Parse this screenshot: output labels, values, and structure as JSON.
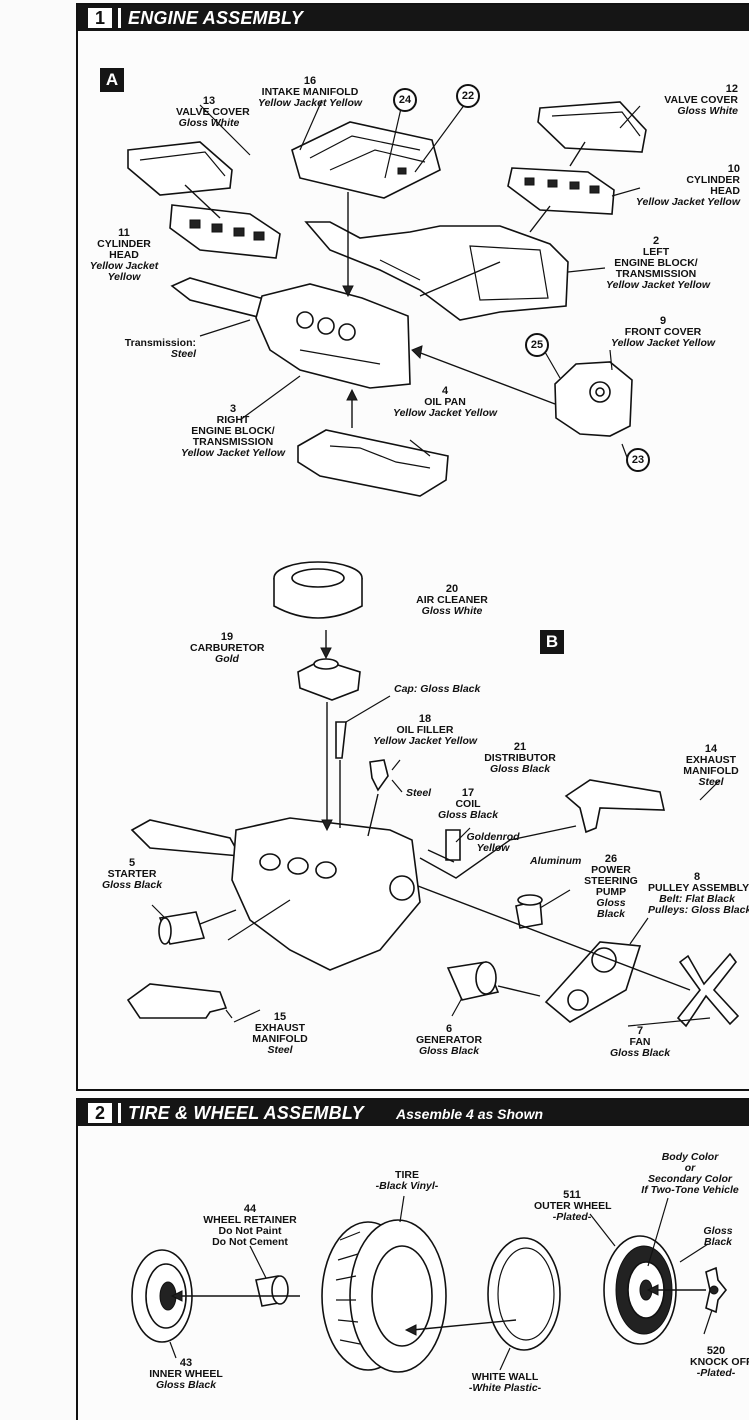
{
  "section1": {
    "number": "1",
    "title": "ENGINE ASSEMBLY",
    "step_a": "A",
    "step_b": "B",
    "parts": {
      "p16": {
        "num": "16",
        "name": "INTAKE MANIFOLD",
        "color": "Yellow Jacket Yellow"
      },
      "p13": {
        "num": "13",
        "name": "VALVE COVER",
        "color": "Gloss White"
      },
      "p12": {
        "num": "12",
        "name": "VALVE COVER",
        "color": "Gloss White"
      },
      "p10": {
        "num": "10",
        "name1": "CYLINDER",
        "name2": "HEAD",
        "color": "Yellow Jacket Yellow"
      },
      "p11": {
        "num": "11",
        "name1": "CYLINDER",
        "name2": "HEAD",
        "color1": "Yellow Jacket",
        "color2": "Yellow"
      },
      "p2": {
        "num": "2",
        "name1": "LEFT",
        "name2": "ENGINE BLOCK/",
        "name3": "TRANSMISSION",
        "color": "Yellow Jacket Yellow"
      },
      "trans": {
        "name": "Transmission:",
        "color": "Steel"
      },
      "p9": {
        "num": "9",
        "name": "FRONT COVER",
        "color": "Yellow Jacket Yellow"
      },
      "p4": {
        "num": "4",
        "name": "OIL PAN",
        "color": "Yellow Jacket Yellow"
      },
      "p3": {
        "num": "3",
        "name1": "RIGHT",
        "name2": "ENGINE BLOCK/",
        "name3": "TRANSMISSION",
        "color": "Yellow Jacket Yellow"
      },
      "p20": {
        "num": "20",
        "name": "AIR CLEANER",
        "color": "Gloss White"
      },
      "p19": {
        "num": "19",
        "name": "CARBURETOR",
        "color": "Gold"
      },
      "cap": {
        "text": "Cap: Gloss Black"
      },
      "p18": {
        "num": "18",
        "name": "OIL FILLER",
        "color": "Yellow Jacket Yellow"
      },
      "p21": {
        "num": "21",
        "name": "DISTRIBUTOR",
        "color": "Gloss Black"
      },
      "steel_note": {
        "text": "Steel"
      },
      "p17": {
        "num": "17",
        "name": "COIL",
        "color": "Gloss Black"
      },
      "goldenrod": {
        "c1": "Goldenrod",
        "c2": "Yellow"
      },
      "p14": {
        "num": "14",
        "name1": "EXHAUST",
        "name2": "MANIFOLD",
        "color": "Steel"
      },
      "p5": {
        "num": "5",
        "name": "STARTER",
        "color": "Gloss Black"
      },
      "aluminum": {
        "text": "Aluminum"
      },
      "p26": {
        "num": "26",
        "name1": "POWER",
        "name2": "STEERING",
        "name3": "PUMP",
        "color1": "Gloss",
        "color2": "Black"
      },
      "p8": {
        "num": "8",
        "name": "PULLEY ASSEMBLY",
        "c1": "Belt: Flat Black",
        "c2": "Pulleys: Gloss Black"
      },
      "p15": {
        "num": "15",
        "name1": "EXHAUST",
        "name2": "MANIFOLD",
        "color": "Steel"
      },
      "p6": {
        "num": "6",
        "name": "GENERATOR",
        "color": "Gloss Black"
      },
      "p7": {
        "num": "7",
        "name": "FAN",
        "color": "Gloss Black"
      }
    },
    "callouts": [
      "24",
      "22",
      "25",
      "23"
    ]
  },
  "section2": {
    "number": "2",
    "title": "TIRE & WHEEL ASSEMBLY",
    "subtitle": "Assemble 4 as Shown",
    "parts": {
      "body_color": {
        "l1": "Body Color",
        "l2": "or",
        "l3": "Secondary Color",
        "l4": "If Two-Tone Vehicle"
      },
      "tire": {
        "name": "TIRE",
        "color": "-Black Vinyl-"
      },
      "p44": {
        "num": "44",
        "name": "WHEEL RETAINER",
        "n1": "Do Not Paint",
        "n2": "Do Not Cement"
      },
      "p511": {
        "num": "511",
        "name": "OUTER WHEEL",
        "color": "-Plated-"
      },
      "gloss_black": {
        "l1": "Gloss",
        "l2": "Black"
      },
      "p520": {
        "num": "520",
        "name": "KNOCK OFF",
        "color": "-Plated-"
      },
      "p43": {
        "num": "43",
        "name": "INNER WHEEL",
        "color": "Gloss Black"
      },
      "whitewall": {
        "name": "WHITE WALL",
        "color": "-White Plastic-"
      }
    }
  }
}
